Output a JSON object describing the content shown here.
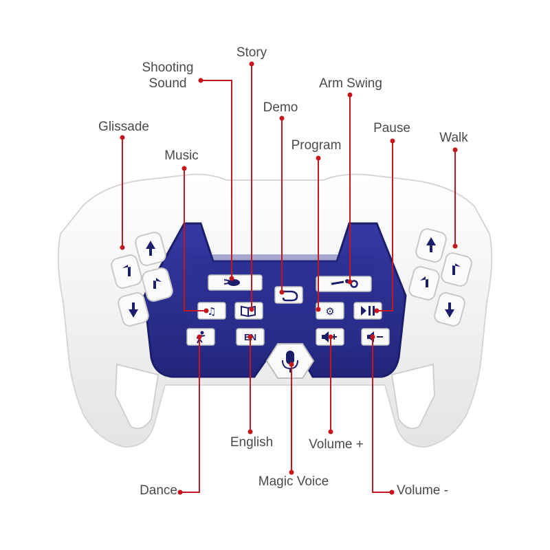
{
  "labels": {
    "shooting_sound": "Shooting\nSound",
    "story": "Story",
    "arm_swing": "Arm Swing",
    "demo": "Demo",
    "glissade": "Glissade",
    "pause": "Pause",
    "walk": "Walk",
    "program": "Program",
    "music": "Music",
    "english": "English",
    "volume_plus": "Volume +",
    "dance": "Dance",
    "magic_voice": "Magic Voice",
    "volume_minus": "Volume -"
  },
  "button_text": {
    "english": "EN"
  },
  "colors": {
    "panel_blue": "#2a2f8f",
    "panel_dark": "#1b1f6b",
    "shell_white": "#f2f2f2",
    "leader_red": "#c4161c",
    "button_white": "#fafafa",
    "label_gray": "#4a4a4a"
  },
  "icons": [
    "arrow-up-icon",
    "arrow-down-icon",
    "turn-left-icon",
    "turn-right-icon",
    "shooting-icon",
    "arm-swing-icon",
    "demo-icon",
    "music-note-icon",
    "book-icon",
    "gear-icon",
    "play-pause-icon",
    "dance-icon",
    "microphone-icon",
    "volume-up-icon",
    "volume-down-icon"
  ]
}
